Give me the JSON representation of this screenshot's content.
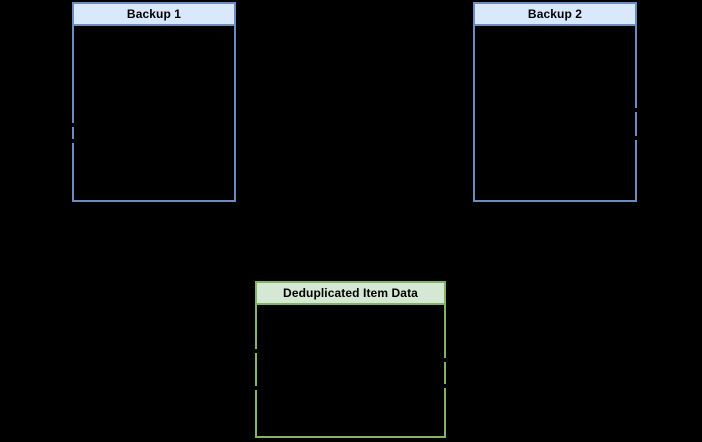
{
  "diagram": {
    "background_color": "#000000",
    "nodes": {
      "backup1": {
        "title": "Backup 1",
        "header_fill": "#dae8fc",
        "border_color": "#6c8ebf"
      },
      "backup2": {
        "title": "Backup 2",
        "header_fill": "#dae8fc",
        "border_color": "#6c8ebf"
      },
      "dedup": {
        "title": "Deduplicated Item Data",
        "header_fill": "#d5e8d4",
        "border_color": "#82b366"
      }
    }
  }
}
